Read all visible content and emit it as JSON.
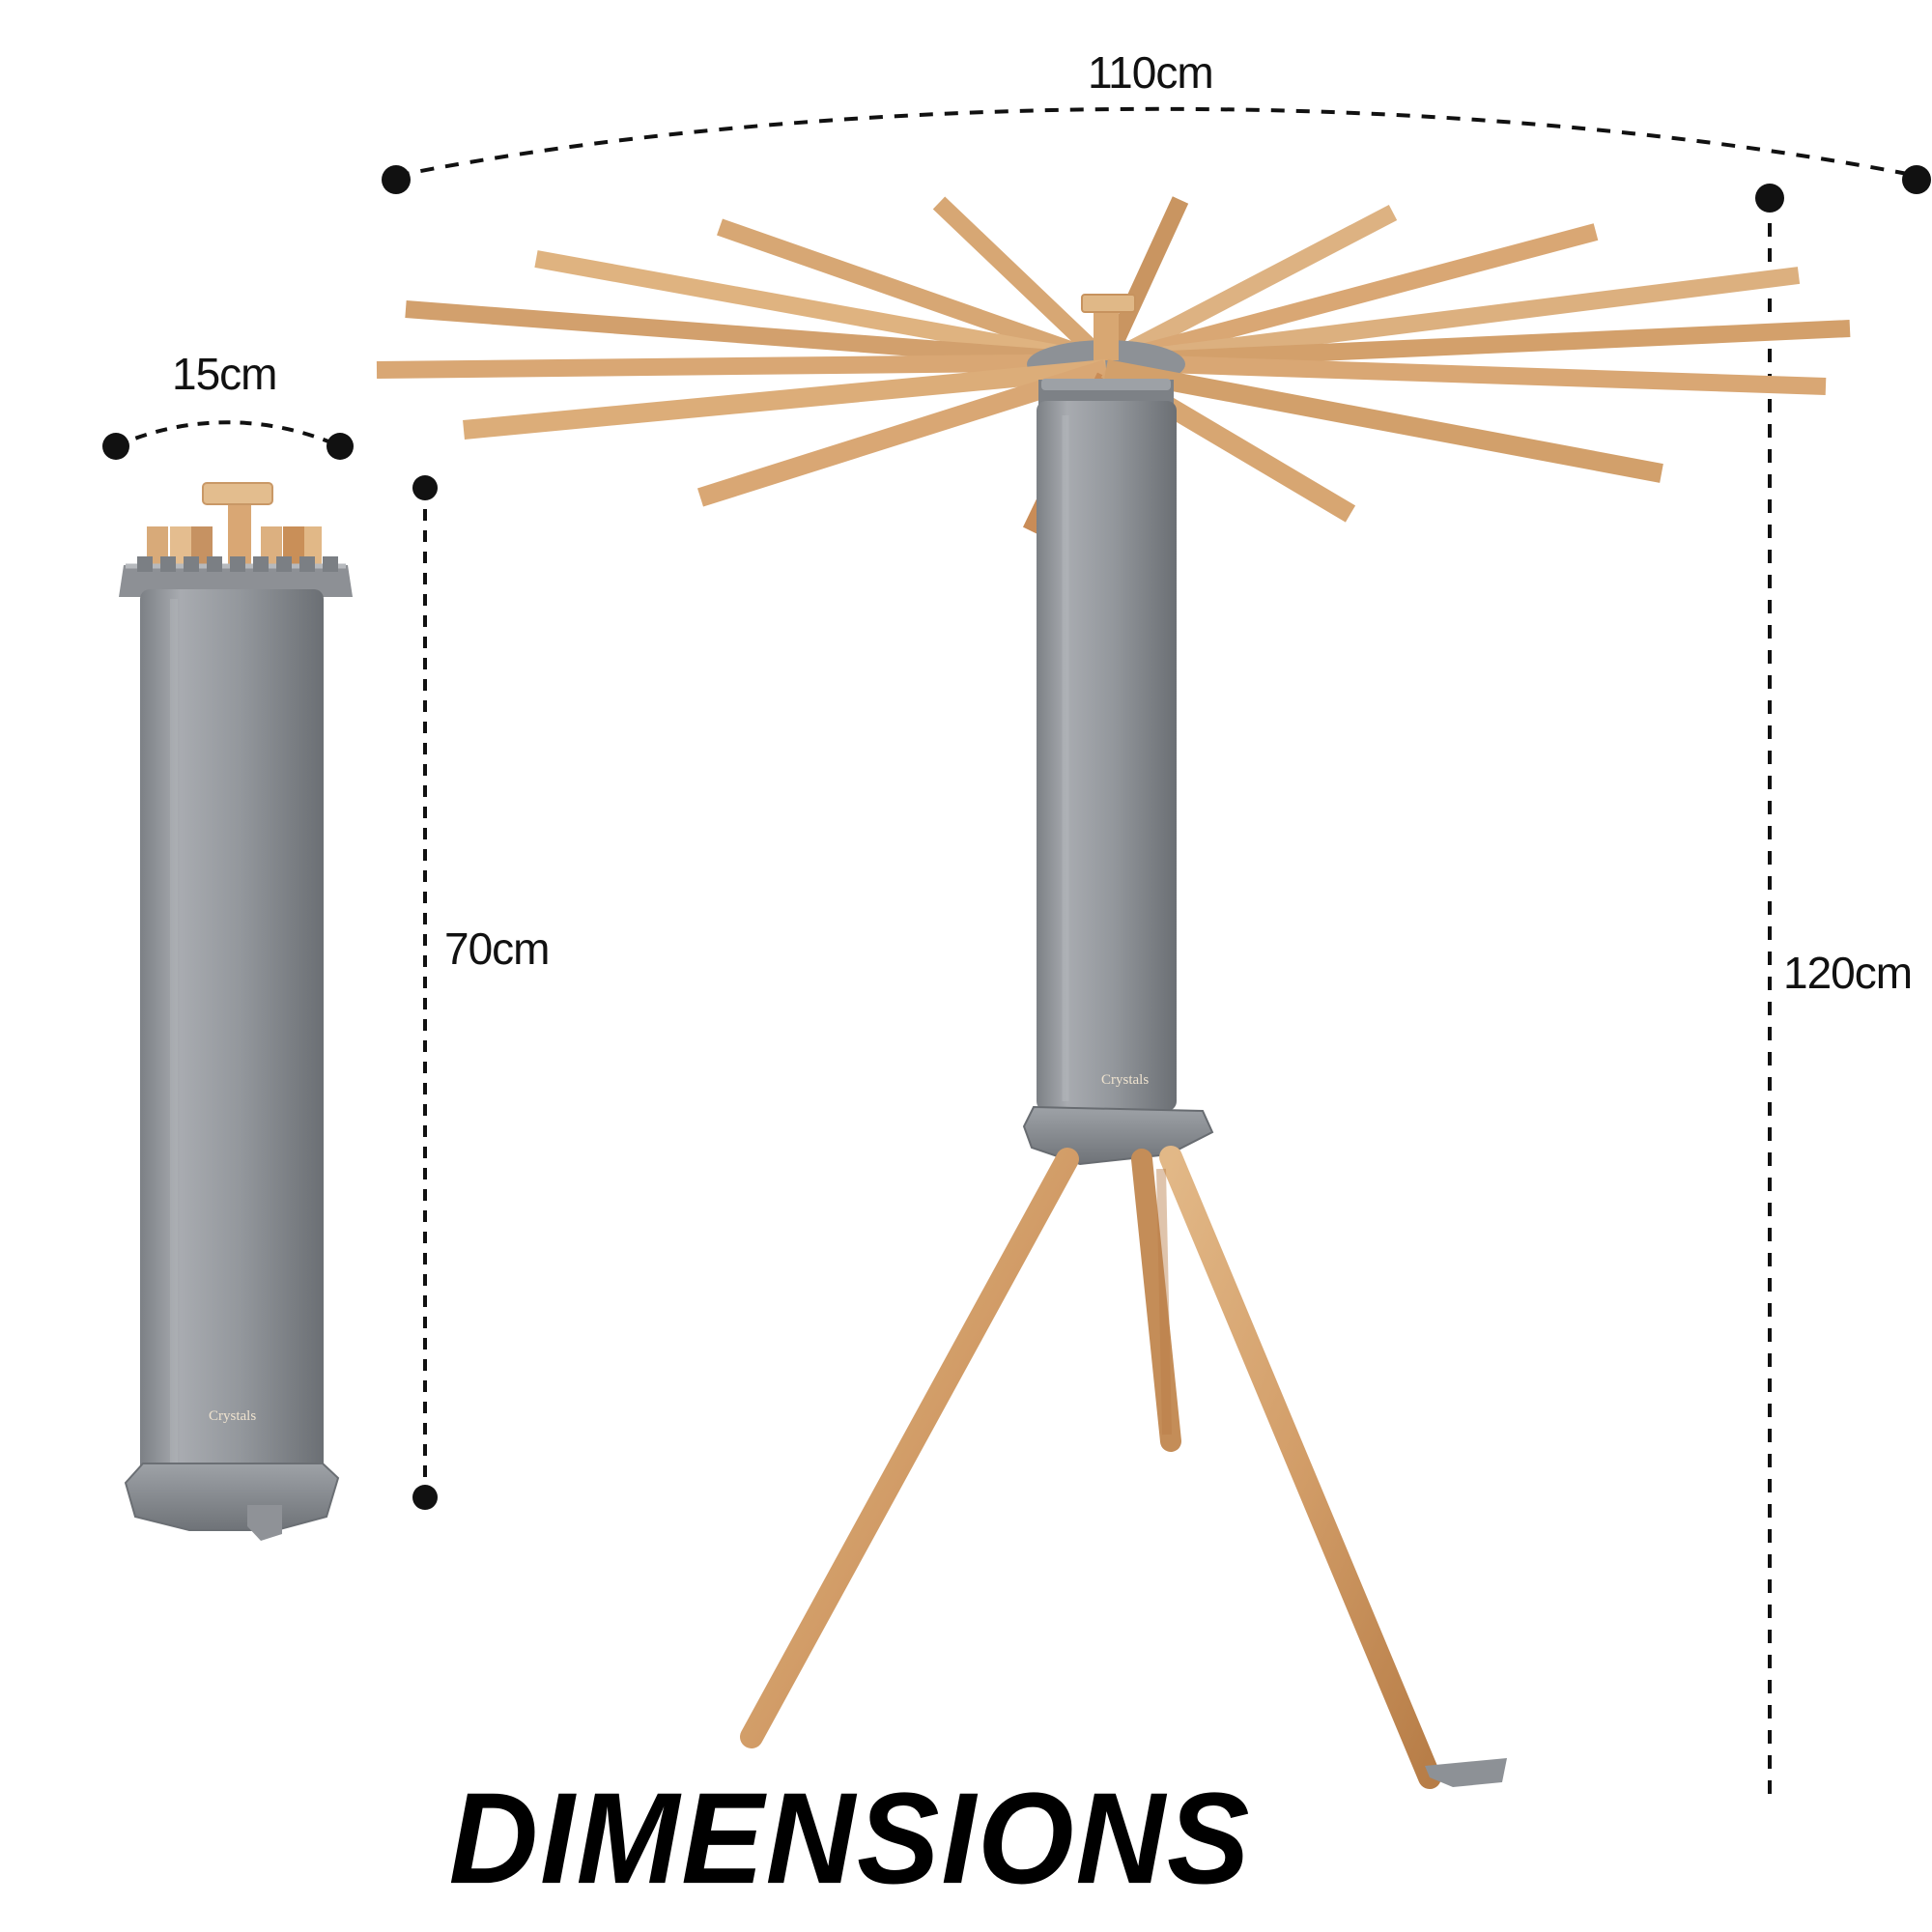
{
  "dimensions": {
    "open_width": "110cm",
    "closed_width": "15cm",
    "closed_height": "70cm",
    "open_height": "120cm"
  },
  "title": "DIMENSIONS",
  "brand": "Crystals",
  "colors": {
    "wood": "#d9a774",
    "wood_dark": "#b37a45",
    "body_grey": "#8f9297",
    "body_grey_dark": "#6f7276",
    "line": "#111111"
  },
  "product_views": [
    "closed-stand",
    "open-stand"
  ]
}
